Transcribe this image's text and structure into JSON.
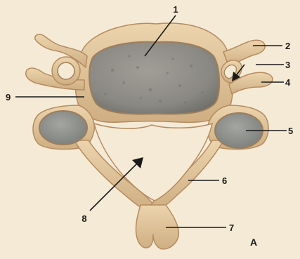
{
  "figure": {
    "panel_letter": "A",
    "labels": [
      "1",
      "2",
      "3",
      "4",
      "5",
      "6",
      "7",
      "8",
      "9"
    ]
  },
  "colors": {
    "background": "#f5ead6",
    "bone": "#dfc39a",
    "bone_shadow": "#b98f63",
    "bone_highlight": "#f1dcb9",
    "body_surface": "#8e8d86",
    "facet_surface": "#8d8f8c",
    "line": "#1a1a1a"
  }
}
